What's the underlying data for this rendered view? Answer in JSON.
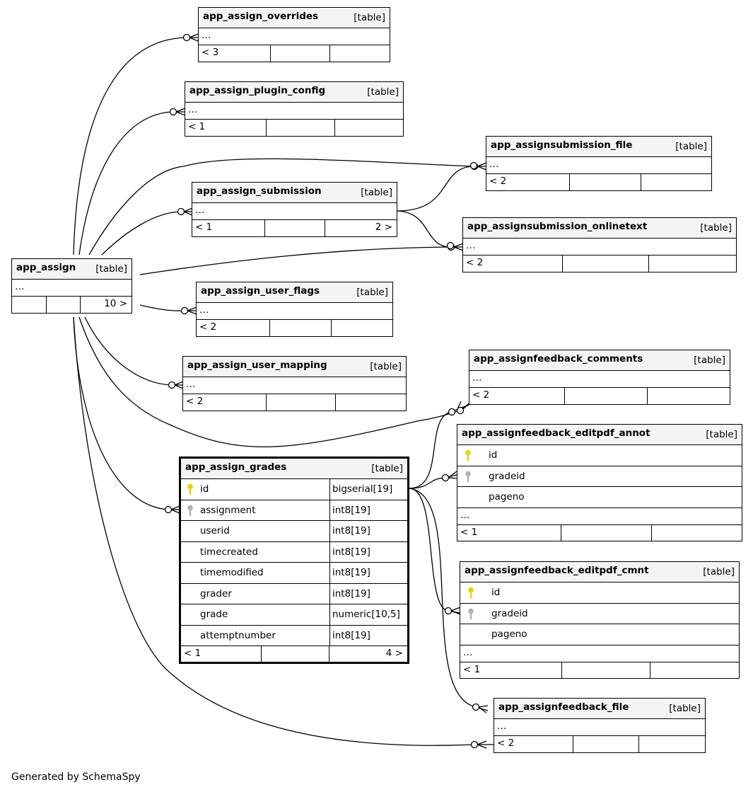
{
  "credit": "Generated by SchemaSpy",
  "kind_label": "[table]",
  "ellipsis": "…",
  "tables": {
    "app_assign": {
      "name": "app_assign",
      "foot_left": "",
      "foot_right": "10 >"
    },
    "overrides": {
      "name": "app_assign_overrides",
      "foot_left": "< 3",
      "foot_right": ""
    },
    "plugin_config": {
      "name": "app_assign_plugin_config",
      "foot_left": "< 1",
      "foot_right": ""
    },
    "submission_file": {
      "name": "app_assignsubmission_file",
      "foot_left": "< 2",
      "foot_right": ""
    },
    "submission": {
      "name": "app_assign_submission",
      "foot_left": "< 1",
      "foot_right": "2 >"
    },
    "onlinetext": {
      "name": "app_assignsubmission_onlinetext",
      "foot_left": "< 2",
      "foot_right": ""
    },
    "user_flags": {
      "name": "app_assign_user_flags",
      "foot_left": "< 2",
      "foot_right": ""
    },
    "user_mapping": {
      "name": "app_assign_user_mapping",
      "foot_left": "< 2",
      "foot_right": ""
    },
    "feedback_comments": {
      "name": "app_assignfeedback_comments",
      "foot_left": "< 2",
      "foot_right": ""
    },
    "editpdf_annot": {
      "name": "app_assignfeedback_editpdf_annot",
      "foot_left": "< 1",
      "foot_right": "",
      "columns": [
        {
          "name": "id",
          "key": "primary"
        },
        {
          "name": "gradeid",
          "key": "foreign"
        },
        {
          "name": "pageno",
          "key": ""
        }
      ]
    },
    "editpdf_cmnt": {
      "name": "app_assignfeedback_editpdf_cmnt",
      "foot_left": "< 1",
      "foot_right": "",
      "columns": [
        {
          "name": "id",
          "key": "primary"
        },
        {
          "name": "gradeid",
          "key": "foreign"
        },
        {
          "name": "pageno",
          "key": ""
        }
      ]
    },
    "feedback_file": {
      "name": "app_assignfeedback_file",
      "foot_left": "< 2",
      "foot_right": ""
    },
    "grades": {
      "name": "app_assign_grades",
      "foot_left": "< 1",
      "foot_right": "4 >",
      "columns": [
        {
          "name": "id",
          "type": "bigserial[19]",
          "key": "primary"
        },
        {
          "name": "assignment",
          "type": "int8[19]",
          "key": "foreign"
        },
        {
          "name": "userid",
          "type": "int8[19]",
          "key": ""
        },
        {
          "name": "timecreated",
          "type": "int8[19]",
          "key": ""
        },
        {
          "name": "timemodified",
          "type": "int8[19]",
          "key": ""
        },
        {
          "name": "grader",
          "type": "int8[19]",
          "key": ""
        },
        {
          "name": "grade",
          "type": "numeric[10,5]",
          "key": ""
        },
        {
          "name": "attemptnumber",
          "type": "int8[19]",
          "key": ""
        }
      ]
    }
  },
  "colors": {
    "primary_key": "#e3d400",
    "foreign_key": "#b0b0b0",
    "header": "#f4f4f4"
  }
}
